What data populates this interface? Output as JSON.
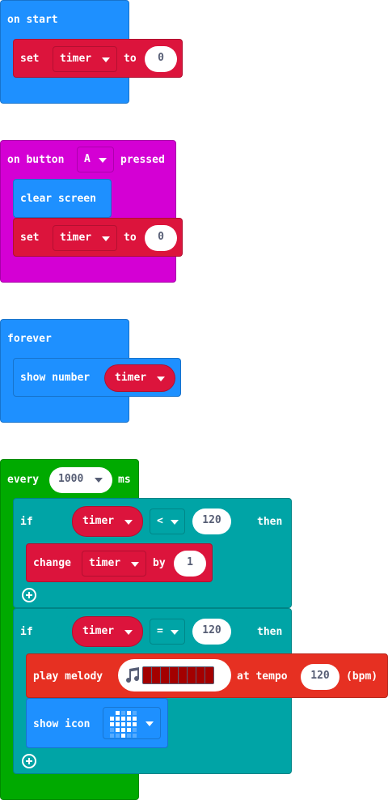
{
  "colors": {
    "events": "#1e90ff",
    "button_event": "#d400d4",
    "variable": "#dc143c",
    "loop": "#00aa00",
    "logic": "#00a4a6",
    "music": "#e63022",
    "pill_text": "#575e75"
  },
  "on_start": {
    "label": "on start",
    "set_label": "set",
    "var": "timer",
    "to_label": "to",
    "value": "0"
  },
  "on_button": {
    "label_on": "on button",
    "button": "A",
    "label_pressed": "pressed",
    "clear_label": "clear screen",
    "set_label": "set",
    "var": "timer",
    "to_label": "to",
    "value": "0"
  },
  "forever": {
    "label": "forever",
    "show_number_label": "show number",
    "var": "timer"
  },
  "every": {
    "label": "every",
    "interval": "1000",
    "unit": "ms",
    "if1": {
      "if_label": "if",
      "var": "timer",
      "op": "<",
      "value": "120",
      "then_label": "then",
      "change_label": "change",
      "change_var": "timer",
      "by_label": "by",
      "by_value": "1"
    },
    "if2": {
      "if_label": "if",
      "var": "timer",
      "op": "=",
      "value": "120",
      "then_label": "then",
      "play_label": "play melody",
      "tempo_label": "at tempo",
      "tempo": "120",
      "bpm_label": "(bpm)",
      "show_icon_label": "show icon",
      "icon": "heart-icon"
    }
  }
}
